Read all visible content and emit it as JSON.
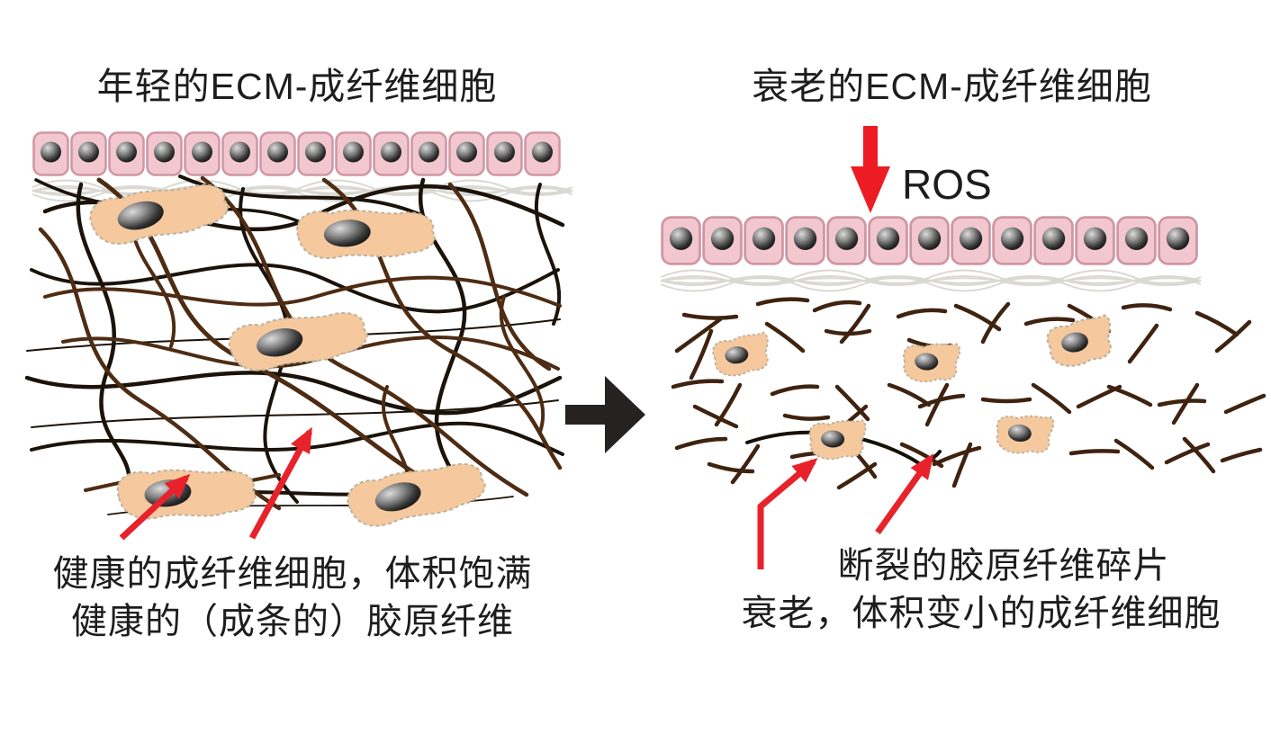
{
  "figure": {
    "type": "biology-schematic",
    "subject": "ECM and fibroblast aging comparison"
  },
  "young_panel": {
    "title": "年轻的ECM-成纤维细胞",
    "caption_line1": "健康的成纤维细胞，体积饱满",
    "caption_line2": "健康的（成条的）胶原纤维"
  },
  "aged_panel": {
    "title": "衰老的ECM-成纤维细胞",
    "ros_label": "ROS",
    "caption_line1": "断裂的胶原纤维碎片",
    "caption_line2": "衰老，体积变小的成纤维细胞"
  },
  "colors": {
    "background": "#ffffff",
    "text": "#1d1d1d",
    "epithelial_cell_fill": "#f2c7cf",
    "epithelial_cell_border": "#cf96a3",
    "basement_membrane_line": "#d9d8d2",
    "fibroblast_fill": "#f6c89d",
    "fibroblast_border": "#bbb39e",
    "nucleus_dark": "#0e0e0e",
    "nucleus_highlight": "#dcdcdc",
    "collagen_fiber_black": "#1b130a",
    "collagen_fiber_brown": "#4e2c13",
    "pointer_arrow_red": "#e8222a",
    "ros_arrow_red": "#ed1c24",
    "transition_arrow_black": "#262220"
  }
}
